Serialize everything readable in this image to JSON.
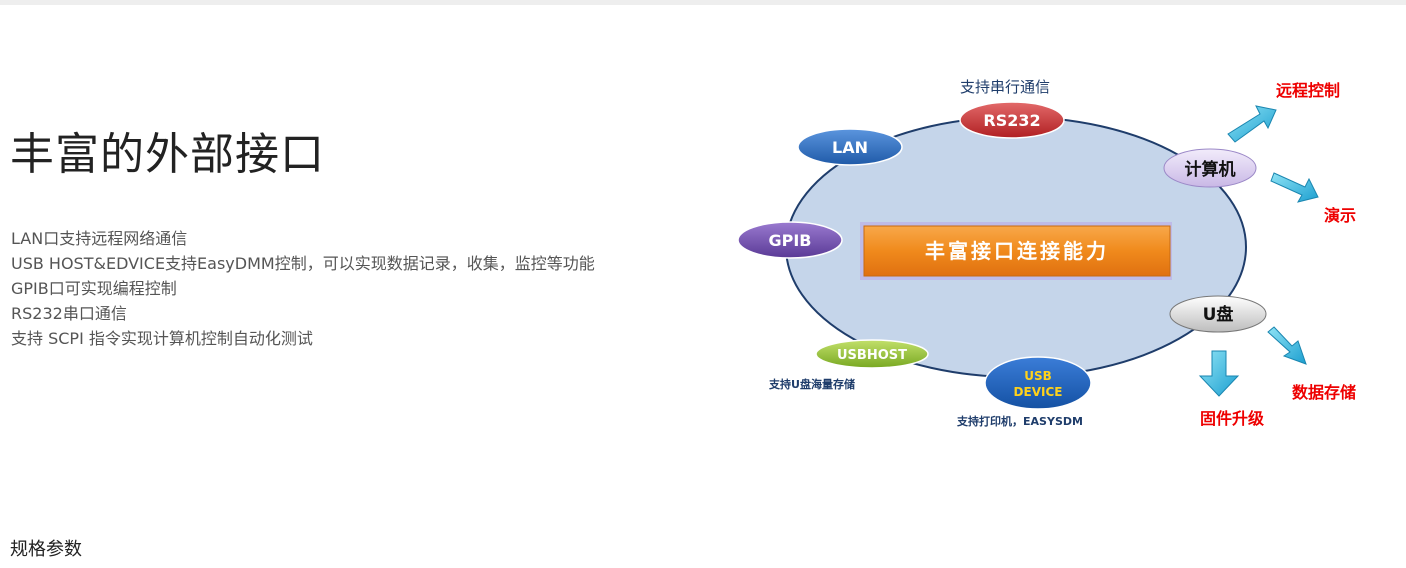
{
  "page": {
    "title": "丰富的外部接口",
    "features": [
      "LAN口支持远程网络通信",
      "USB HOST&EDVICE支持EasyDMM控制，可以实现数据记录，收集，监控等功能",
      "GPIB口可实现编程控制",
      "RS232串口通信",
      "支持 SCPI 指令实现计算机控制自动化测试"
    ],
    "specs_heading": "规格参数"
  },
  "diagram": {
    "center_label": "丰富接口连接能力",
    "nodes": {
      "rs232": "RS232",
      "lan": "LAN",
      "gpib": "GPIB",
      "computer": "计算机",
      "udisk": "U盘",
      "usbhost": "USBHOST",
      "usbdevice_1": "USB",
      "usbdevice_2": "DEVICE"
    },
    "captions": {
      "rs232": "支持串行通信",
      "usbhost": "支持U盘海量存储",
      "usbdevice": "支持打印机，EASYSDM"
    },
    "outputs": {
      "remote": "远程控制",
      "demo": "演示",
      "storage": "数据存储",
      "firmware": "固件升级"
    },
    "colors": {
      "ring_fill": "#c5d5ea",
      "ring_stroke": "#1f3d6b",
      "center_fill": "#f08a1c",
      "output_text": "#ee0000",
      "arrow": "#33bbdd"
    }
  }
}
